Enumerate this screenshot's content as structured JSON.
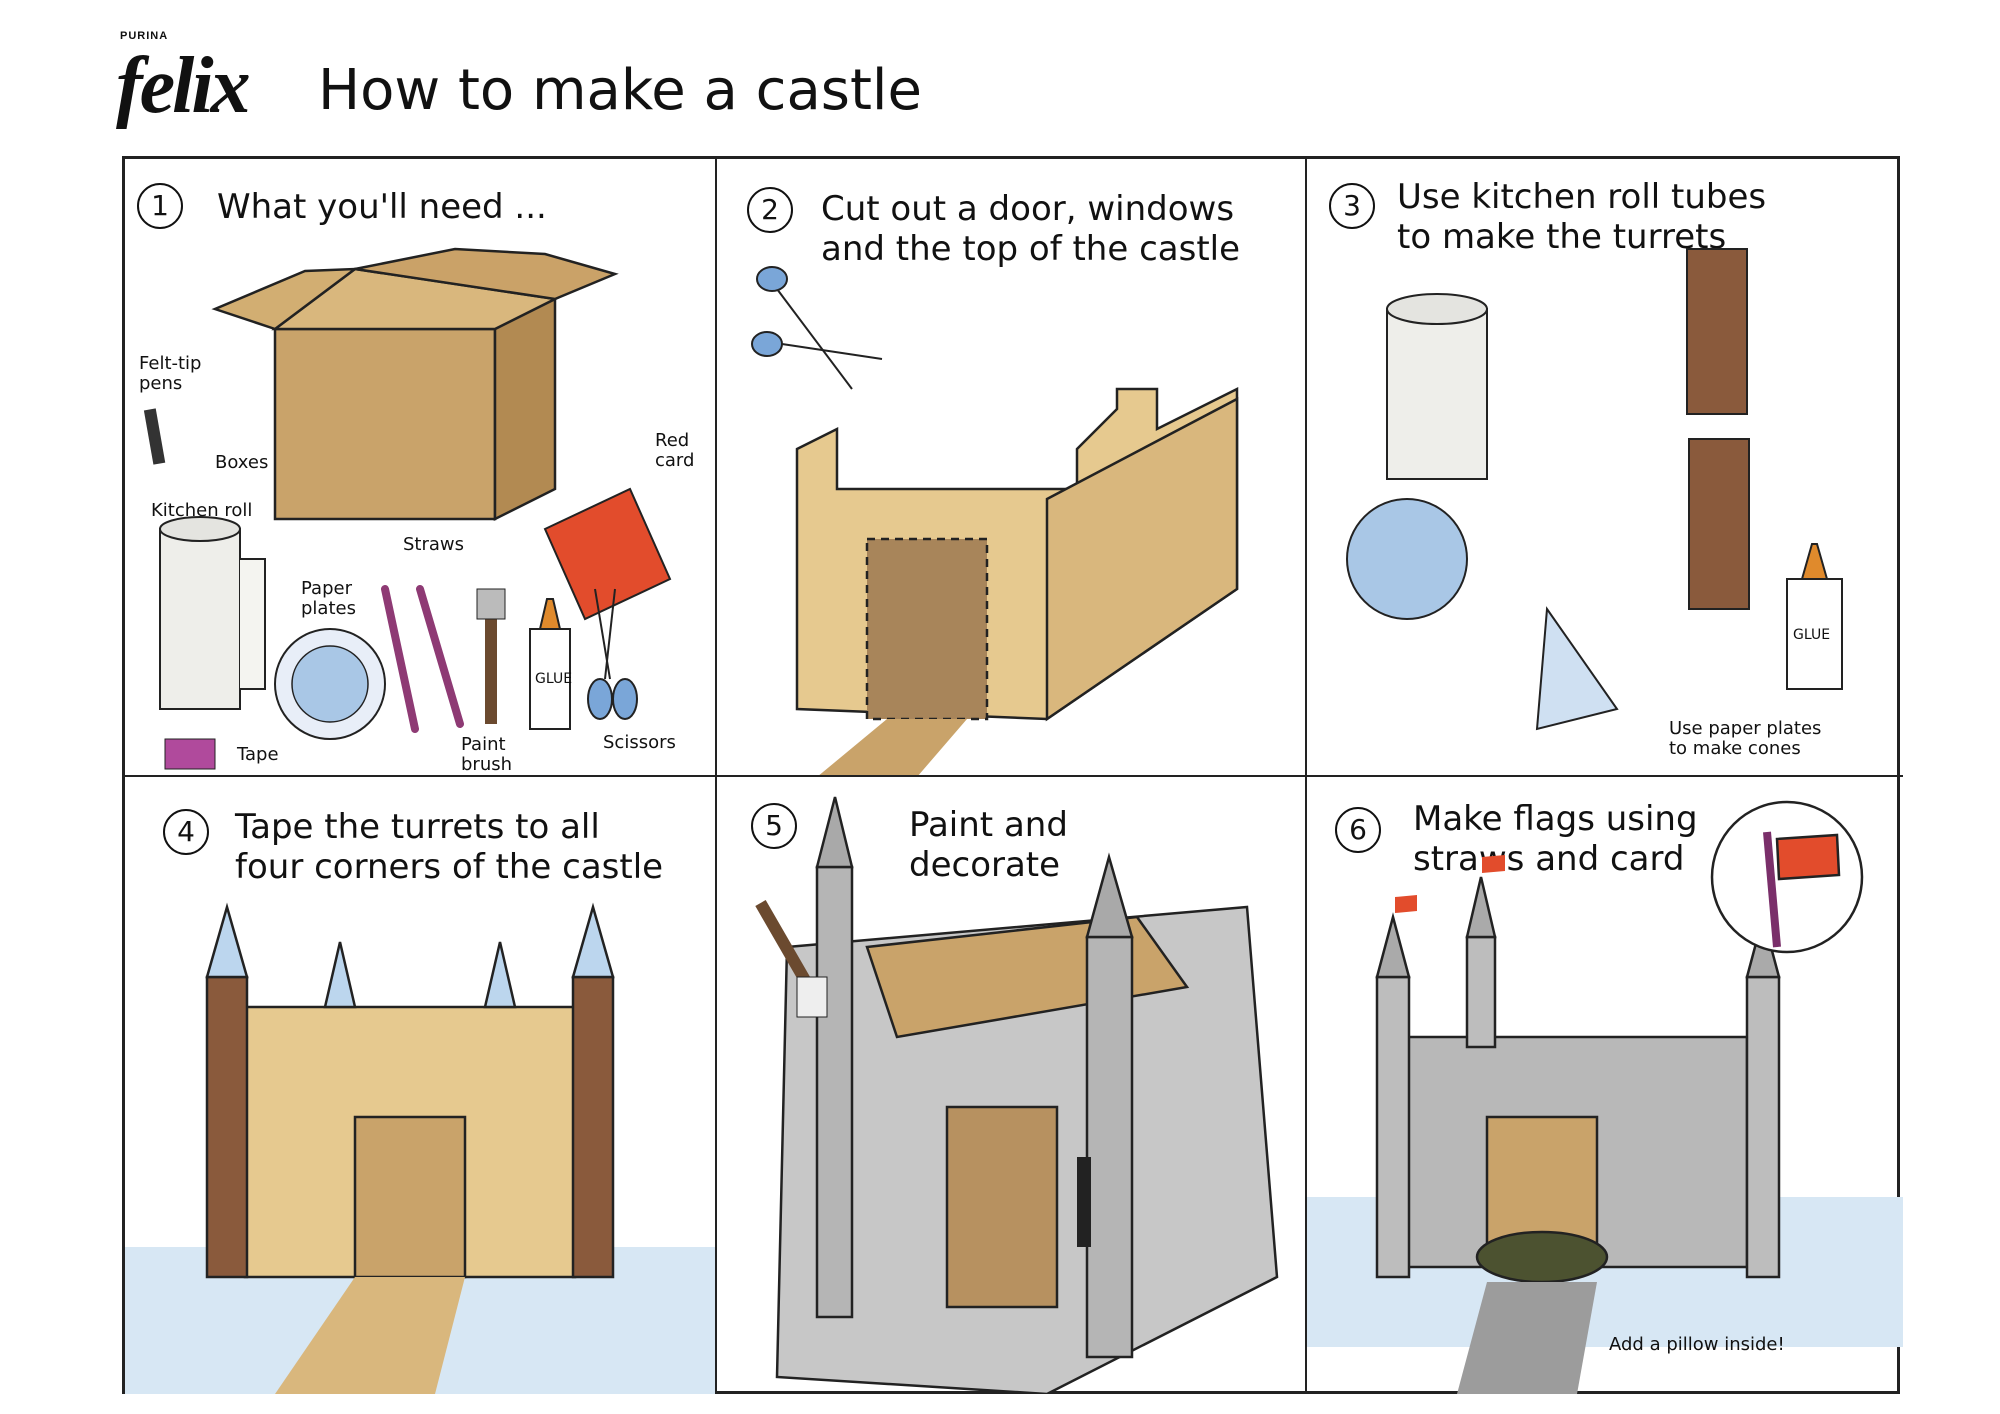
{
  "logo": {
    "small": "PURINA",
    "brand": "felix"
  },
  "title": "How to make a castle",
  "steps": [
    {
      "num": "1",
      "text": "What you'll need ..."
    },
    {
      "num": "2",
      "text": "Cut out a door, windows\nand the top of the castle"
    },
    {
      "num": "3",
      "text": "Use kitchen roll tubes\nto make the turrets"
    },
    {
      "num": "4",
      "text": "Tape the turrets to all\nfour corners of the castle"
    },
    {
      "num": "5",
      "text": "Paint and\ndecorate"
    },
    {
      "num": "6",
      "text": "Make flags using\nstraws and card"
    }
  ],
  "labels": {
    "felt_tip": "Felt-tip\npens",
    "boxes": "Boxes",
    "red_card": "Red\ncard",
    "kitchen_roll": "Kitchen roll",
    "straws": "Straws",
    "paper_plates": "Paper\nplates",
    "paint_brush": "Paint\nbrush",
    "scissors": "Scissors",
    "tape": "Tape",
    "glue": "GLUE",
    "cones_note": "Use paper plates\nto make cones",
    "pillow_note": "Add a pillow inside!"
  }
}
